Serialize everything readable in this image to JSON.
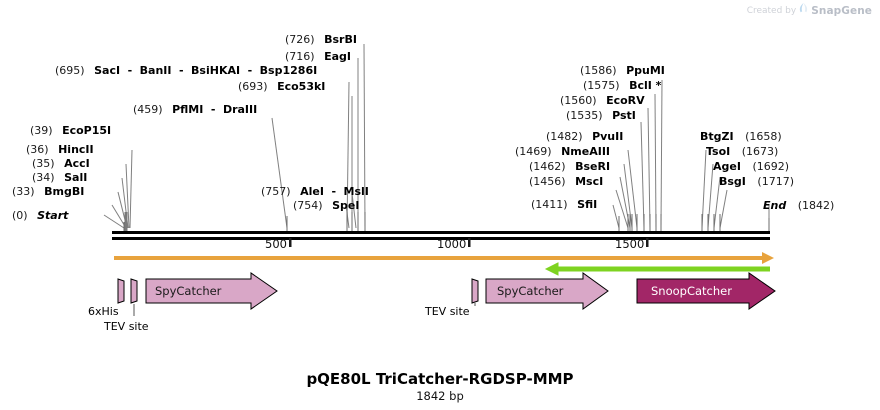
{
  "watermark": {
    "created_by": "Created by",
    "brand": "SnapGene",
    "logo_icon": "snapgene-leaf-icon"
  },
  "title": "pQE80L TriCatcher-RGDSP-MMP",
  "subtitle": "1842 bp",
  "sequence_length_bp": 1842,
  "colors": {
    "backbone": "#000000",
    "orf_orange": "#e8a33d",
    "green_arrow": "#7ed321",
    "spycatcher_fill": "#d9a7c7",
    "spycatcher_text": "#1a1a1a",
    "snoopcatcher_fill": "#a22667",
    "snoopcatcher_text": "#ffffff",
    "tick": "#555555",
    "leader": "#777777"
  },
  "ruler": {
    "start_label": "0",
    "ticks": [
      {
        "label": "500",
        "value": 500
      },
      {
        "label": "1000",
        "value": 1000
      },
      {
        "label": "1500",
        "value": 1500
      }
    ]
  },
  "endpoints": {
    "start": {
      "pos": "(0)",
      "name": "Start"
    },
    "end": {
      "pos": "(1842)",
      "name": "End"
    }
  },
  "sites_left": [
    {
      "pos": "(39)",
      "names": [
        "EcoP15I"
      ],
      "value": 39
    },
    {
      "pos": "(36)",
      "names": [
        "HincII"
      ],
      "value": 36
    },
    {
      "pos": "(35)",
      "names": [
        "AccI"
      ],
      "value": 35
    },
    {
      "pos": "(34)",
      "names": [
        "SalI"
      ],
      "value": 34
    },
    {
      "pos": "(33)",
      "names": [
        "BmgBI"
      ],
      "value": 33
    },
    {
      "pos": "(459)",
      "names": [
        "PflMI",
        "DraIII"
      ],
      "value": 459
    },
    {
      "pos": "(695)",
      "names": [
        "SacI",
        "BanII",
        "BsiHKAI",
        "Bsp1286I"
      ],
      "value": 695
    },
    {
      "pos": "(693)",
      "names": [
        "Eco53kI"
      ],
      "value": 693
    },
    {
      "pos": "(716)",
      "names": [
        "EagI"
      ],
      "value": 716
    },
    {
      "pos": "(726)",
      "names": [
        "BsrBI"
      ],
      "value": 726
    },
    {
      "pos": "(757)",
      "names": [
        "AleI",
        "MslI"
      ],
      "value": 757
    },
    {
      "pos": "(754)",
      "names": [
        "SpeI"
      ],
      "value": 754
    }
  ],
  "sites_right": [
    {
      "pos": "(1586)",
      "names": [
        "PpuMI"
      ],
      "value": 1586
    },
    {
      "pos": "(1575)",
      "names": [
        "BclI *"
      ],
      "value": 1575
    },
    {
      "pos": "(1560)",
      "names": [
        "EcoRV"
      ],
      "value": 1560
    },
    {
      "pos": "(1535)",
      "names": [
        "PstI"
      ],
      "value": 1535
    },
    {
      "pos": "(1482)",
      "names": [
        "PvuII"
      ],
      "value": 1482
    },
    {
      "pos": "(1469)",
      "names": [
        "NmeAIII"
      ],
      "value": 1469
    },
    {
      "pos": "(1462)",
      "names": [
        "BseRI"
      ],
      "value": 1462
    },
    {
      "pos": "(1456)",
      "names": [
        "MscI"
      ],
      "value": 1456
    },
    {
      "pos": "(1411)",
      "names": [
        "SfiI"
      ],
      "value": 1411
    }
  ],
  "sites_far_right": [
    {
      "name": "BtgZI",
      "pos": "(1658)",
      "value": 1658
    },
    {
      "name": "TsoI",
      "pos": "(1673)",
      "value": 1673
    },
    {
      "name": "AgeI",
      "pos": "(1692)",
      "value": 1692
    },
    {
      "name": "BsgI",
      "pos": "(1717)",
      "value": 1717
    }
  ],
  "features": [
    {
      "label": "6xHis",
      "kind": "tick-box",
      "below_label": true
    },
    {
      "label": "TEV site",
      "kind": "tick-box",
      "below_label": true
    },
    {
      "label": "SpyCatcher",
      "kind": "arrow-right",
      "fill": "#d9a7c7",
      "text_color": "#1a1a1a"
    },
    {
      "label": "TEV site",
      "kind": "tick-box",
      "below_label": true
    },
    {
      "label": "SpyCatcher",
      "kind": "arrow-right",
      "fill": "#d9a7c7",
      "text_color": "#1a1a1a"
    },
    {
      "label": "SnoopCatcher",
      "kind": "arrow-right",
      "fill": "#a22667",
      "text_color": "#ffffff"
    }
  ],
  "separator": "-"
}
